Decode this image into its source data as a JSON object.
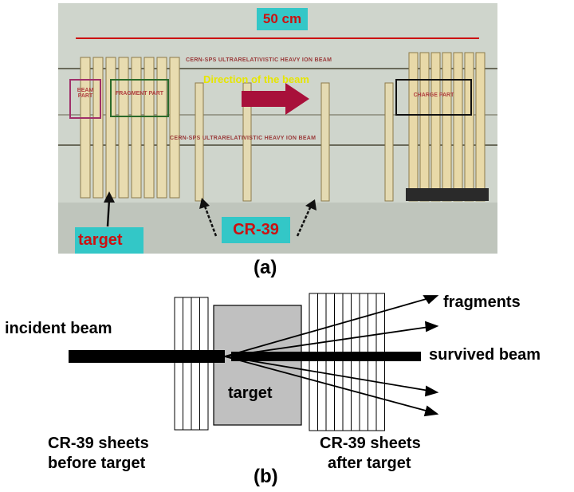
{
  "panel_a": {
    "dimension_label": "50 cm",
    "target_label": "target",
    "cr39_label": "CR-39",
    "direction_text": "Direction of the beam",
    "engraved_top": "CERN-SPS ULTRARELATIVISTIC HEAVY ION BEAM",
    "engraved_bottom": "CERN-SPS ULTRARELATIVISTIC HEAVY ION BEAM",
    "beam_part": "BEAM PART",
    "fragment_part": "FRAGMENT PART",
    "charge_part": "CHARGE PART",
    "caption": "(a)",
    "colors": {
      "label_box": "#33c7c7",
      "label_text": "#cc1111",
      "dimension_line": "#cc1111"
    }
  },
  "panel_b": {
    "incident_beam": "incident beam",
    "fragments": "fragments",
    "survived_beam": "survived beam",
    "target": "target",
    "before_line1": "CR-39 sheets",
    "before_line2": "before target",
    "after_line1": "CR-39 sheets",
    "after_line2": "after target",
    "caption": "(b)",
    "sheets_before_count": 4,
    "sheets_after_count": 9,
    "colors": {
      "target_fill": "#c0c0c0",
      "beam": "#000000"
    }
  }
}
